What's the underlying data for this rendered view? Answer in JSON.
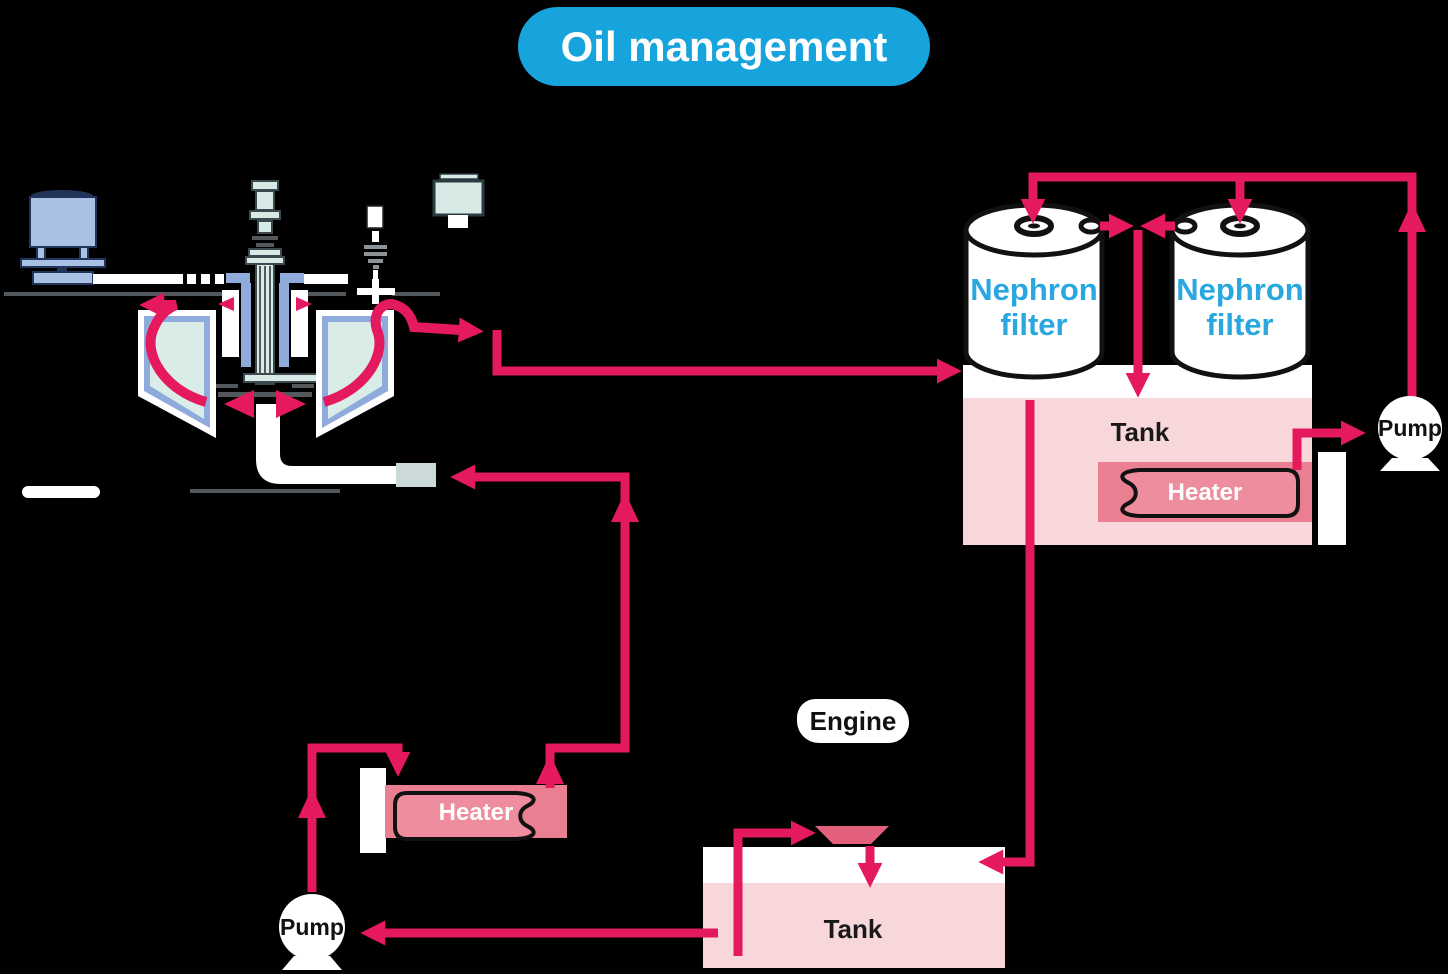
{
  "title": "Oil management",
  "colors": {
    "background": "#000000",
    "flow_arrow": "#e5195e",
    "title_badge": "#17a4dd",
    "filter_label_text": "#29a8e0",
    "tank_fill": "#f7d7da",
    "heater_fill": "#e97f91",
    "heater_inner_fill": "#ee8d9e",
    "funnel_fill": "#e2607c",
    "machine_blue": "#a9c2e4",
    "machine_frame_blue": "#8fabdc",
    "machine_mint": "#d7eae5",
    "machine_teal": "#d9ece8"
  },
  "filtration": {
    "filter1_label": "Nephron filter",
    "filter2_label": "Nephron filter",
    "tank_label": "Tank",
    "heater_label": "Heater",
    "pump_label": "Pump"
  },
  "engine_circuit": {
    "engine_label": "Engine",
    "tank_label": "Tank",
    "heater_label": "Heater",
    "pump_label": "Pump"
  }
}
